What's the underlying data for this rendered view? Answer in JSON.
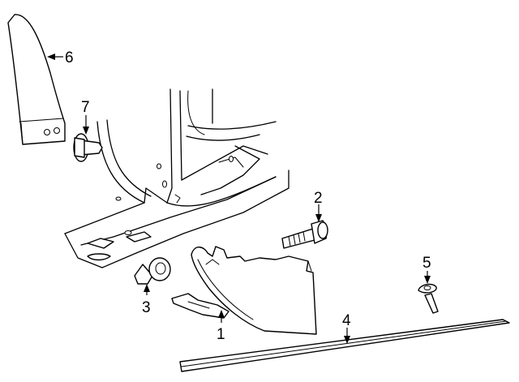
{
  "callouts": [
    {
      "id": "part-1",
      "label": "1"
    },
    {
      "id": "part-2",
      "label": "2"
    },
    {
      "id": "part-3",
      "label": "3"
    },
    {
      "id": "part-4",
      "label": "4"
    },
    {
      "id": "part-5",
      "label": "5"
    },
    {
      "id": "part-6",
      "label": "6"
    },
    {
      "id": "part-7",
      "label": "7"
    }
  ]
}
